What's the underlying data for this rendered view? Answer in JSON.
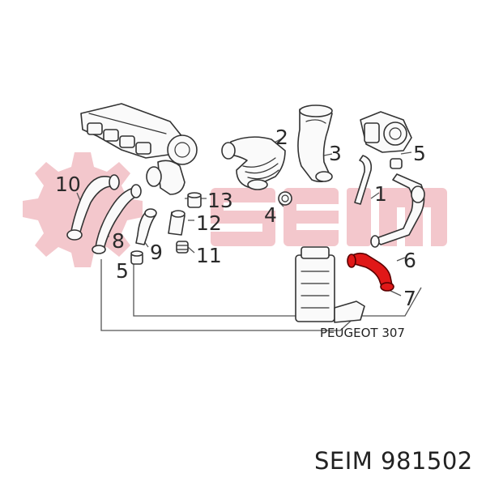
{
  "diagram": {
    "model_label": "PEUGEOT 307",
    "part_number": "SEIM 981502",
    "highlight_color": "#e01818",
    "watermark_color": "#f3c7cc",
    "callouts": [
      "1",
      "2",
      "3",
      "4",
      "5",
      "5",
      "6",
      "7",
      "8",
      "9",
      "10",
      "11",
      "12",
      "13"
    ]
  }
}
